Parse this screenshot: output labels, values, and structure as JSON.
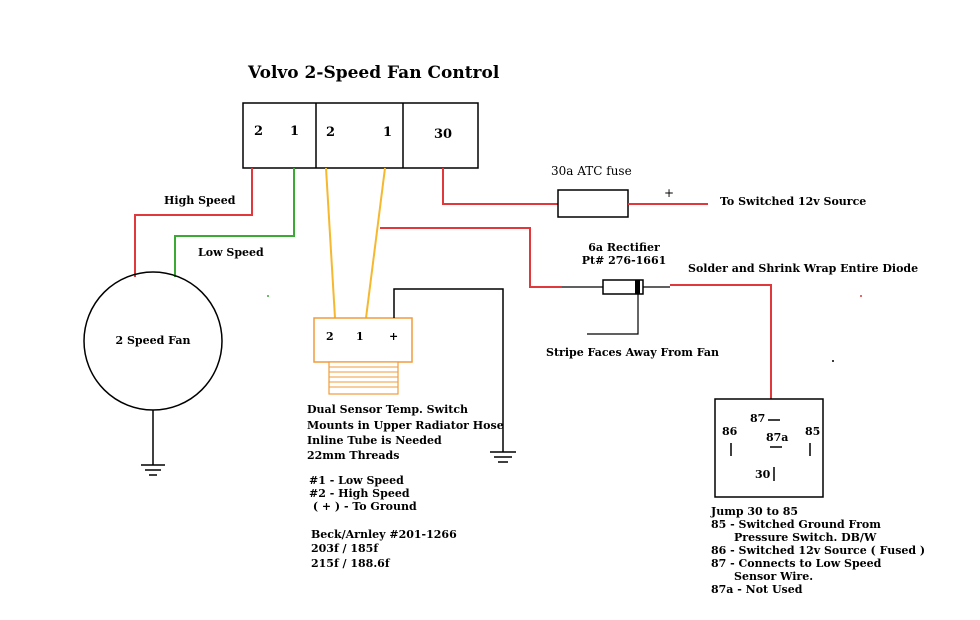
{
  "title": "Volvo 2-Speed Fan Control",
  "connector": {
    "pin_a2": "2",
    "pin_a1": "1",
    "pin_b2": "2",
    "pin_b1": "1",
    "pin_30": "30"
  },
  "wires": {
    "high_speed": "High Speed",
    "low_speed": "Low Speed"
  },
  "fan": {
    "label": "2 Speed Fan"
  },
  "fuse": {
    "label": "30a ATC fuse",
    "plus": "+"
  },
  "source": {
    "label": "To Switched 12v Source"
  },
  "rectifier": {
    "label1": "6a Rectifier",
    "label2": "Pt# 276-1661",
    "solder_note": "Solder and Shrink Wrap Entire Diode",
    "stripe_note": "Stripe Faces Away From Fan"
  },
  "sensor": {
    "pin2": "2",
    "pin1": "1",
    "pinplus": "+",
    "lines": [
      "Dual Sensor Temp. Switch",
      "Mounts in Upper Radiator Hose",
      "Inline Tube is Needed",
      "22mm Threads"
    ],
    "pins": [
      "#1 - Low Speed",
      "#2 - High Speed",
      " ( + ) - To Ground"
    ],
    "part": [
      "Beck/Arnley #201-1266",
      "203f / 185f",
      "215f / 188.6f"
    ]
  },
  "relay": {
    "p87": "87",
    "p86": "86",
    "p87a": "87a",
    "p85": "85",
    "p30": "30",
    "notes": [
      "Jump 30 to 85",
      "85 - Switched Ground From",
      "Pressure Switch. DB/W",
      "86 - Switched 12v Source ( Fused )",
      "87 - Connects to Low Speed",
      "Sensor Wire.",
      "87a - Not Used"
    ]
  },
  "colors": {
    "red_wire": "#e0383b",
    "green_wire": "#3aaa35",
    "yellow_wire": "#f5b82e",
    "sensor_orange": "#f19b3a",
    "line": "#000000"
  }
}
